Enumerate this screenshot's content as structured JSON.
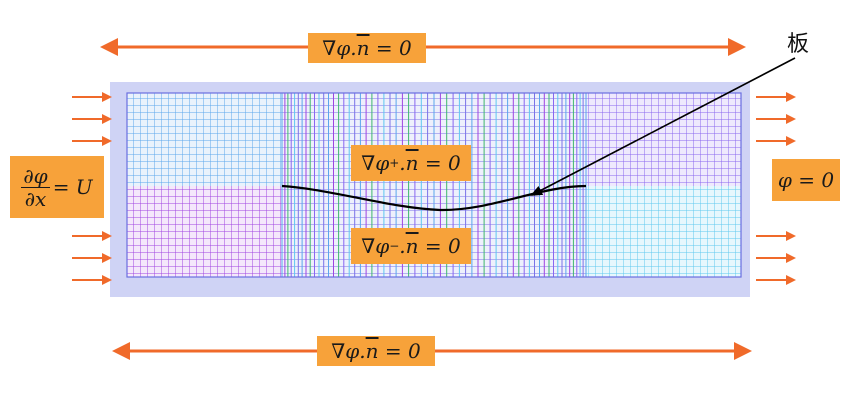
{
  "labels": {
    "bc_top": {
      "grad": "∇",
      "phi": "φ",
      "dot": ".",
      "n": "n",
      "eq": "= 0"
    },
    "bc_bottom": {
      "grad": "∇",
      "phi": "φ",
      "dot": ".",
      "n": "n",
      "eq": "= 0"
    },
    "bc_upper_plate": {
      "grad": "∇",
      "phi": "φ",
      "sup": "+",
      "dot": ".",
      "n": "n",
      "eq": "= 0"
    },
    "bc_lower_plate": {
      "grad": "∇",
      "phi": "φ",
      "sup": "−",
      "dot": ".",
      "n": "n",
      "eq": "= 0"
    },
    "bc_inlet": {
      "num": "∂φ",
      "den": "∂x",
      "eq": "= U"
    },
    "bc_outlet": {
      "text": "φ = 0"
    },
    "plate": "板"
  },
  "colors": {
    "arrow": "#f06a2a",
    "label_bg": "#f7a23a",
    "domain_outer": "#cfd3f5",
    "grid_blue": "#5aa7ec",
    "grid_purple": "#a044e0",
    "grid_violet": "#8a66f0",
    "grid_cyan": "#5ec8f0",
    "grid_green": "#3fb86a",
    "plate": "#000000"
  }
}
